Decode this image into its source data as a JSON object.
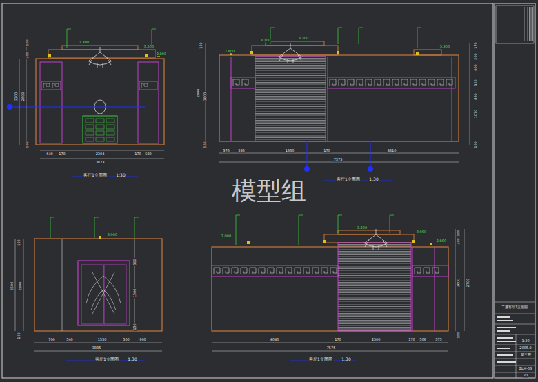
{
  "diagram": {
    "labels": [
      "3.300",
      "3.500",
      "2.800",
      "100",
      "200",
      "2200",
      "2600",
      "100",
      "640",
      "170",
      "2304",
      "170",
      "580",
      "3823",
      "客厅1立面图",
      "1:30",
      "3.100",
      "3.300",
      "3.300",
      "2.800",
      "100",
      "2000",
      "2600",
      "100",
      "170",
      "200",
      "400",
      "320",
      "860",
      "1070",
      "100",
      "376",
      "536",
      "1360",
      "170",
      "4810",
      "7575",
      "客厅1立面图",
      "1:30",
      "3.000",
      "100",
      "2600",
      "2800",
      "100",
      "500",
      "1500",
      "150",
      "700",
      "540",
      "1550",
      "500",
      "900",
      "3835",
      "客厅1立面图",
      "1:30",
      "3.000",
      "3.200",
      "3.000",
      "2.800",
      "100",
      "200",
      "2600",
      "2700",
      "100",
      "4040",
      "170",
      "2300",
      "170",
      "506",
      "375",
      "7575",
      "客厅1立面图",
      "1:30",
      "二层客厅1立面图",
      "1:30",
      "2005.9",
      "第三层",
      "ZLM-03",
      "20",
      "模型组"
    ]
  }
}
